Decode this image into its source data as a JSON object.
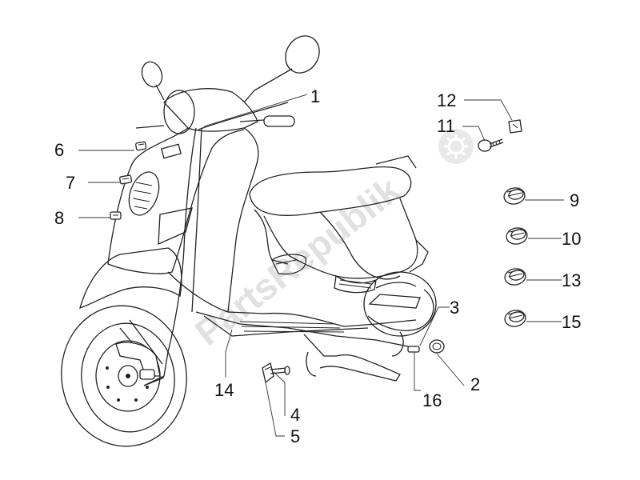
{
  "watermark": "PartsRepublik",
  "callouts": [
    {
      "id": "1",
      "label": "1"
    },
    {
      "id": "2",
      "label": "2"
    },
    {
      "id": "3",
      "label": "3"
    },
    {
      "id": "4",
      "label": "4"
    },
    {
      "id": "5",
      "label": "5"
    },
    {
      "id": "6",
      "label": "6"
    },
    {
      "id": "7",
      "label": "7"
    },
    {
      "id": "8",
      "label": "8"
    },
    {
      "id": "9",
      "label": "9"
    },
    {
      "id": "10",
      "label": "10"
    },
    {
      "id": "11",
      "label": "11"
    },
    {
      "id": "12",
      "label": "12"
    },
    {
      "id": "13",
      "label": "13"
    },
    {
      "id": "14",
      "label": "14"
    },
    {
      "id": "15",
      "label": "15"
    },
    {
      "id": "16",
      "label": "16"
    }
  ],
  "icons": {
    "watermark": "gear-icon"
  }
}
